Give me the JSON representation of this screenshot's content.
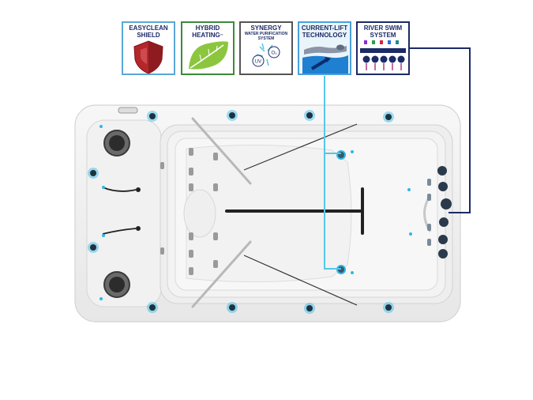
{
  "badges": [
    {
      "line1": "EASYCLEAN",
      "line2": "SHIELD",
      "line3": ""
    },
    {
      "line1": "HYBRID",
      "line2": "HEATING",
      "line3": "™"
    },
    {
      "line1": "SYNERGY",
      "line2": "WATER PURIFICATION",
      "line3": "SYSTEM",
      "uv": "UV",
      "o3": "O₃"
    },
    {
      "line1": "CURRENT-LIFT",
      "line2": "TECHNOLOGY",
      "line3": ""
    },
    {
      "line1": "RIVER SWIM",
      "line2": "SYSTEM",
      "line3": ""
    }
  ],
  "colors": {
    "callout_cyan": "#56c6ea",
    "callout_navy": "#1c2a66",
    "jet_blue": "#2fb7e6",
    "shell": "#f4f4f4"
  },
  "icons": [
    "shield-icon",
    "leaf-icon",
    "bubbles-icon",
    "swimmer-icon",
    "nozzles-icon"
  ]
}
